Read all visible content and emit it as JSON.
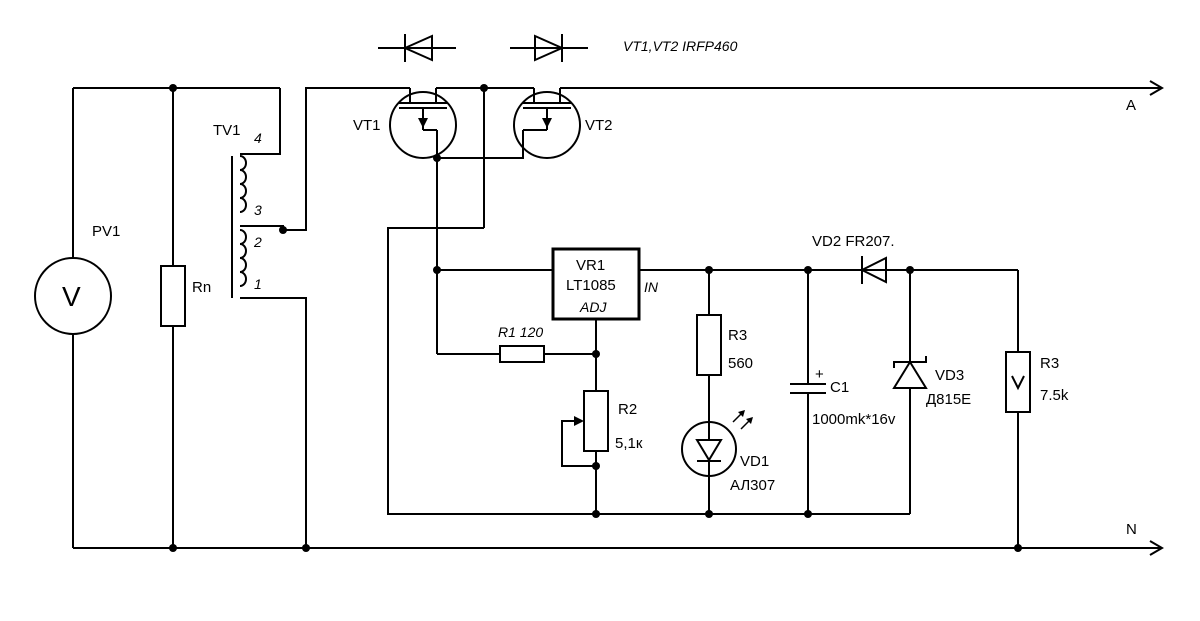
{
  "header": {
    "transistors_note": "VT1,VT2  IRFP460"
  },
  "terminals": {
    "a": "A",
    "n": "N"
  },
  "voltmeter": {
    "ref": "PV1",
    "symbol": "V"
  },
  "load": {
    "ref": "Rn"
  },
  "transformer": {
    "ref": "TV1",
    "pins": [
      "4",
      "3",
      "2",
      "1"
    ]
  },
  "vt1": {
    "ref": "VT1"
  },
  "vt2": {
    "ref": "VT2"
  },
  "regulator": {
    "ref": "VR1",
    "part": "LT1085",
    "adj": "ADJ",
    "in": "IN"
  },
  "r1": {
    "label": "R1 120"
  },
  "r2": {
    "ref": "R2",
    "value": "5,1к"
  },
  "r3_led": {
    "ref": "R3",
    "value": "560"
  },
  "vd1": {
    "ref": "VD1",
    "part": "АЛ307"
  },
  "c1": {
    "ref": "C1",
    "polarity": "+",
    "value": "1000mk*16v"
  },
  "vd2": {
    "label": "VD2 FR207."
  },
  "vd3": {
    "ref": "VD3",
    "part": "Д815Е"
  },
  "r3_out": {
    "ref": "R3",
    "value": "7.5k"
  }
}
